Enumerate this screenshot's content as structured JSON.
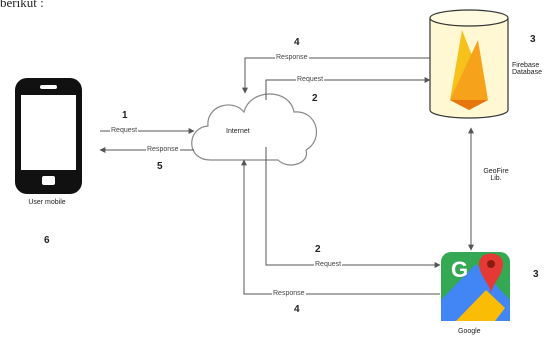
{
  "header_text": "berikut :",
  "nodes": {
    "user_mobile": {
      "label": "User mobile",
      "step": "6"
    },
    "internet": {
      "label": "Internet"
    },
    "firebase": {
      "label": "Firebase Database",
      "step": "3"
    },
    "google": {
      "label": "Google",
      "step": "3"
    }
  },
  "edges": {
    "phone_to_internet": {
      "label": "Request",
      "step": "1"
    },
    "internet_to_phone": {
      "label": "Response",
      "step": "5"
    },
    "firebase_to_internet": {
      "label": "Response",
      "step": "4"
    },
    "internet_to_firebase": {
      "label": "Request",
      "step": "2"
    },
    "internet_to_google": {
      "label": "Request",
      "step": "2"
    },
    "google_to_internet": {
      "label": "Response",
      "step": "4"
    },
    "firebase_google": {
      "label": "GeoFire Lib."
    }
  },
  "colors": {
    "line": "#555555",
    "phone_body": "#111111",
    "database_fill": "#fff8d2",
    "firebase_orange": "#f6a21a",
    "maps_red": "#e53935",
    "maps_green": "#34a853",
    "maps_blue": "#4285f4",
    "maps_yellow": "#fbbc05"
  }
}
